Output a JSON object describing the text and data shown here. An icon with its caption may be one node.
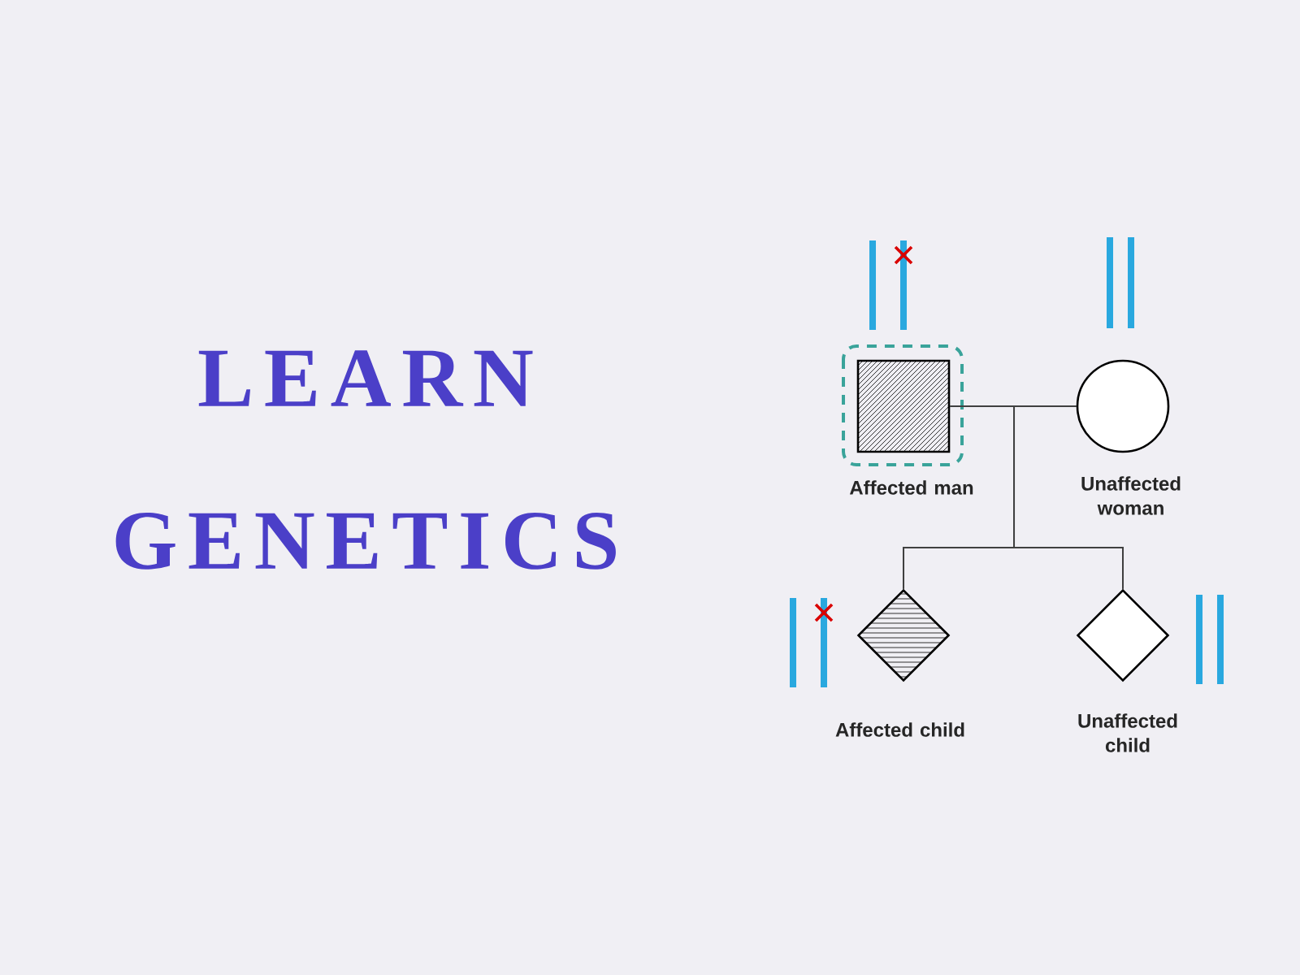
{
  "diagram": {
    "title": "LEARN GENETICS",
    "nodes": [
      {
        "text": [
          "Affected man"
        ]
      },
      {
        "text": [
          "Unaffected woman"
        ]
      },
      {
        "text": [
          "Affected child"
        ]
      },
      {
        "text": [
          "Unaffected child"
        ]
      }
    ],
    "edges": [
      {
        "from": 0,
        "to": 1,
        "arrow": "none"
      },
      {
        "from": 0,
        "to": 2,
        "arrow": "none"
      },
      {
        "from": 1,
        "to": 2,
        "arrow": "none"
      },
      {
        "from": 0,
        "to": 3,
        "arrow": "none"
      },
      {
        "from": 1,
        "to": 3,
        "arrow": "none"
      }
    ]
  }
}
